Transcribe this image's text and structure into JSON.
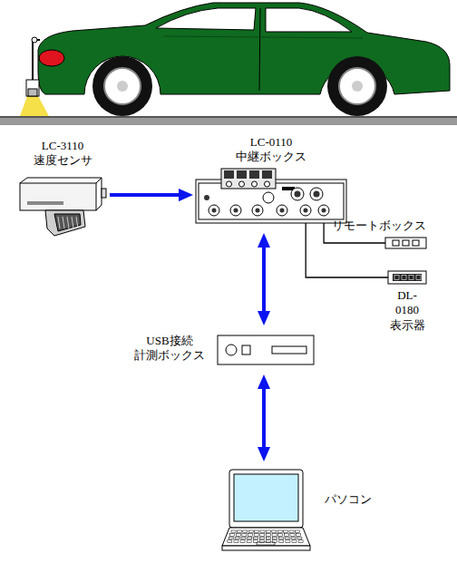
{
  "diagram": {
    "nodes": [
      {
        "text": [
          "LC-3110 速度センサ"
        ]
      },
      {
        "text": [
          "LC-0110 中継ボックス"
        ]
      },
      {
        "text": [
          "リモートボックス"
        ]
      },
      {
        "text": [
          "DL-0180 表示器"
        ]
      },
      {
        "text": [
          "USB接続 計測ボックス"
        ]
      },
      {
        "text": [
          "パソコン"
        ]
      }
    ],
    "edges": [
      {
        "from": 0,
        "to": 1,
        "arrow": "to"
      },
      {
        "from": 1,
        "to": 4,
        "arrow": "both"
      },
      {
        "from": 4,
        "to": 5,
        "arrow": "both"
      },
      {
        "from": 1,
        "to": 2,
        "arrow": "none"
      },
      {
        "from": 1,
        "to": 3,
        "arrow": "none"
      }
    ]
  }
}
